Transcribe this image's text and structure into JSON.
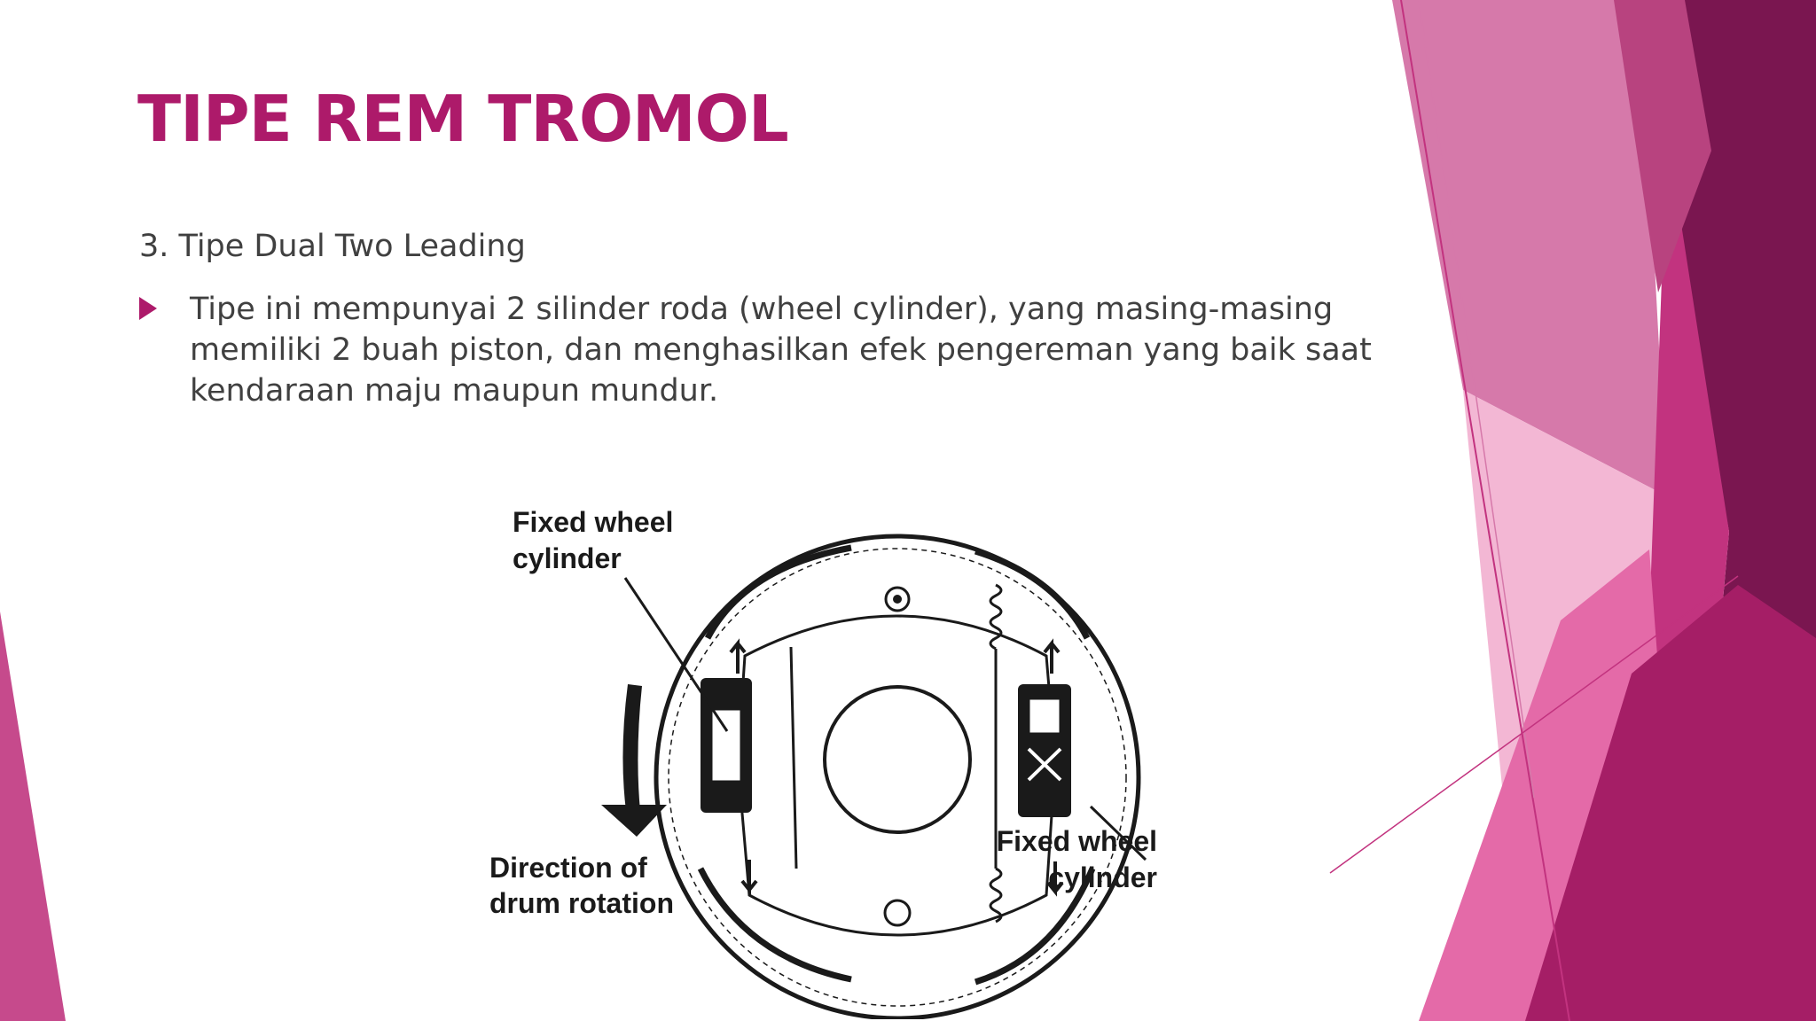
{
  "slide": {
    "title": "TIPE REM TROMOL",
    "subtitle": "3. Tipe Dual Two Leading",
    "bullet_icon": "triangle-bullet-icon",
    "bullet_text": "Tipe ini mempunyai 2 silinder roda (wheel cylinder), yang masing-masing memiliki 2 buah piston, dan menghasilkan efek pengereman yang baik saat kendaraan maju maupun mundur."
  },
  "diagram": {
    "label_top_left_line1": "Fixed wheel",
    "label_top_left_line2": "cylinder",
    "label_bottom_left_line1": "Direction of",
    "label_bottom_left_line2": "drum rotation",
    "label_right_line1": "Fixed wheel",
    "label_right_line2": "cylinder"
  },
  "colors": {
    "accent": "#ad1a6a",
    "text": "#404040",
    "magenta_dark": "#7a1650",
    "magenta_mid": "#c2337f",
    "pink": "#e46aa8",
    "pink_light": "#f3b7d4"
  }
}
